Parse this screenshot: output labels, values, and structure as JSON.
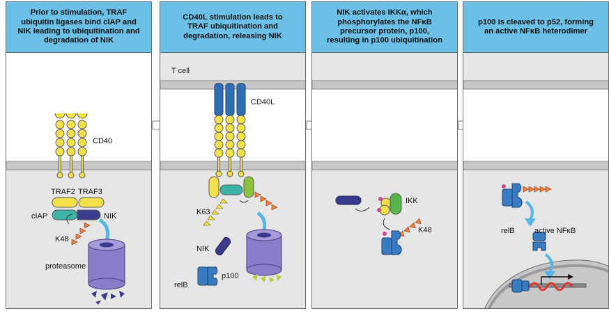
{
  "panels": [
    {
      "title": "Prior to stimulation, TRAF\nubiquitin ligases bind cIAP and\nNIK leading to ubiquitination and\ndegradation of NIK"
    },
    {
      "title": "CD40L stimulation leads to\nTRAF ubiquitination and\ndegradation, releasing NIK"
    },
    {
      "title": "NIK activates IKKα, which\nphosphorylates the NFκB\nprecursor protein, p100,\nresulting in p100 ubiquitination"
    },
    {
      "title": "p100 is cleaved to p52, forming\nan active NFκB heterodimer"
    }
  ],
  "labels": {
    "cd40": "CD40",
    "traf2": "TRAF2",
    "traf3": "TRAF3",
    "ciap": "cIAP",
    "nik": "NIK",
    "k48": "K48",
    "proteasome": "proteasome",
    "tcell": "T cell",
    "cd40l": "CD40L",
    "k63": "K63",
    "relb": "relB",
    "p100": "p100",
    "ikk": "IKK",
    "active_nfkb": "active NFκB"
  },
  "colors": {
    "header": "#6cc0e8",
    "membrane": "#c8c8c8",
    "cytoplasm": "#e6e6e6",
    "receptor": "#f3e04a",
    "ligand": "#2f6db5",
    "traf": "#f3e04a",
    "ciap": "#3bb3a6",
    "nik": "#3b3a8c",
    "ubiquitin": "#ef7f3a",
    "k63_chain": "#f3e04a",
    "proteasome": "#8a7cc6",
    "relb_p100": "#3a7cc4",
    "ikk_green": "#55b44a",
    "phospho": "#d0428f",
    "arrow": "#56b6e6"
  }
}
